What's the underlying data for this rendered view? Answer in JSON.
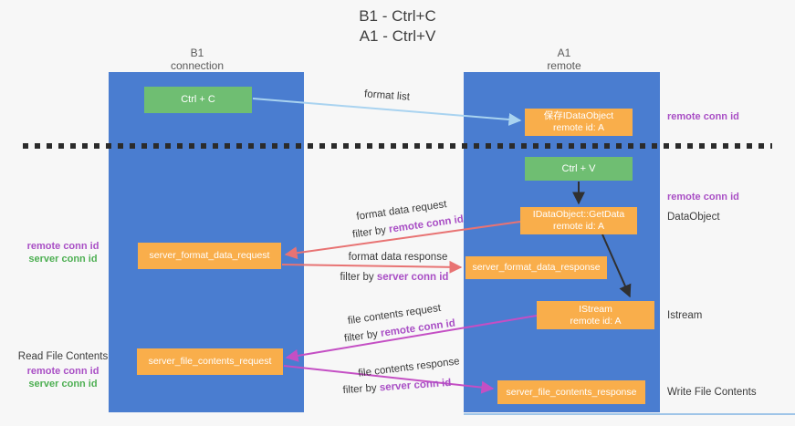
{
  "title": {
    "line1": "B1 - Ctrl+C",
    "line2": "A1 - Ctrl+V"
  },
  "lifelines": {
    "left": {
      "name": "B1",
      "role": "connection"
    },
    "right": {
      "name": "A1",
      "role": "remote"
    }
  },
  "boxes": {
    "ctrl_c": {
      "label": "Ctrl + C"
    },
    "save_dataobject": {
      "line1": "保存IDataObject",
      "line2": "remote id: A"
    },
    "ctrl_v": {
      "label": "Ctrl + V"
    },
    "getdata": {
      "line1": "IDataObject::GetData",
      "line2": "remote id: A"
    },
    "format_request": {
      "label": "server_format_data_request"
    },
    "format_response": {
      "label": "server_format_data_response"
    },
    "istream": {
      "line1": "IStream",
      "line2": "remote id: A"
    },
    "file_request": {
      "label": "server_file_contents_request"
    },
    "file_response": {
      "label": "server_file_contents_response"
    }
  },
  "arrows": {
    "format_list": {
      "label": "format list"
    },
    "format_data_request": {
      "label": "format data request",
      "filter_prefix": "filter by ",
      "filter_key": "remote conn id"
    },
    "format_data_response": {
      "label": "format data response",
      "filter_prefix": "filter by ",
      "filter_key": "server conn id"
    },
    "file_contents_request": {
      "label": "file contents request",
      "filter_prefix": "filter by ",
      "filter_key": "remote conn id"
    },
    "file_contents_response": {
      "label": "file contents response",
      "filter_prefix": "filter by ",
      "filter_key": "server conn id"
    }
  },
  "side_labels": {
    "right_conn_id_top": "remote conn id",
    "right_conn_id_mid": "remote conn id",
    "dataobject": "DataObject",
    "istream": "Istream",
    "write_file": "Write File Contents",
    "left_remote_1": "remote conn id",
    "left_server_1": "server conn id",
    "read_file": "Read File Contents",
    "left_remote_2": "remote conn id",
    "left_server_2": "server conn id"
  },
  "colors": {
    "lifeline_blue": "#4a7dd0",
    "box_orange": "#f9ae4b",
    "box_green": "#6fbe72",
    "accent_purple": "#a94fc5",
    "accent_green": "#4daf52",
    "arrow_salmon": "#e87373",
    "arrow_magenta": "#c44fc4",
    "arrow_lightblue": "#a9d3f0",
    "arrow_black": "#303030",
    "dashed_divider": "#2b2b2b",
    "background": "#f7f7f7"
  }
}
